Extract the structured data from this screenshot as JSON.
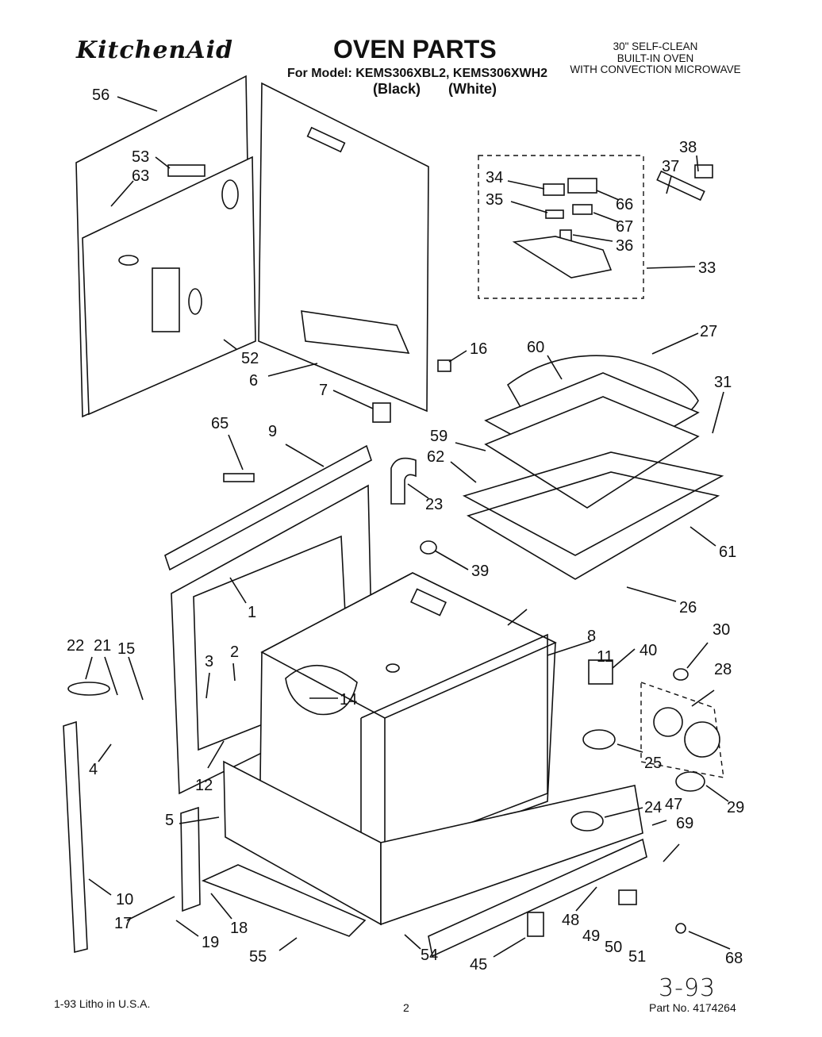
{
  "header": {
    "brand": "KitchenAid",
    "title": "OVEN PARTS",
    "model_line": "For Model: KEMS306XBL2, KEMS306XWH2",
    "variant_black": "(Black)",
    "variant_white": "(White)",
    "description_lines": [
      "30\" SELF-CLEAN",
      "BUILT-IN OVEN",
      "WITH CONVECTION MICROWAVE"
    ]
  },
  "footer": {
    "litho": "1-93 Litho in U.S.A.",
    "page_number": "2",
    "part_number": "Part No. 4174264",
    "handwritten_date": "3-93"
  },
  "callouts": [
    "56",
    "53",
    "63",
    "52",
    "6",
    "7",
    "16",
    "65",
    "9",
    "23",
    "39",
    "1",
    "22",
    "21",
    "15",
    "3",
    "2",
    "14",
    "4",
    "12",
    "5",
    "10",
    "17",
    "18",
    "19",
    "55",
    "54",
    "45",
    "8",
    "11",
    "40",
    "30",
    "28",
    "25",
    "29",
    "24",
    "47",
    "69",
    "48",
    "49",
    "50",
    "51",
    "68",
    "38",
    "37",
    "34",
    "35",
    "66",
    "67",
    "36",
    "33",
    "27",
    "60",
    "31",
    "59",
    "62",
    "61",
    "26"
  ]
}
